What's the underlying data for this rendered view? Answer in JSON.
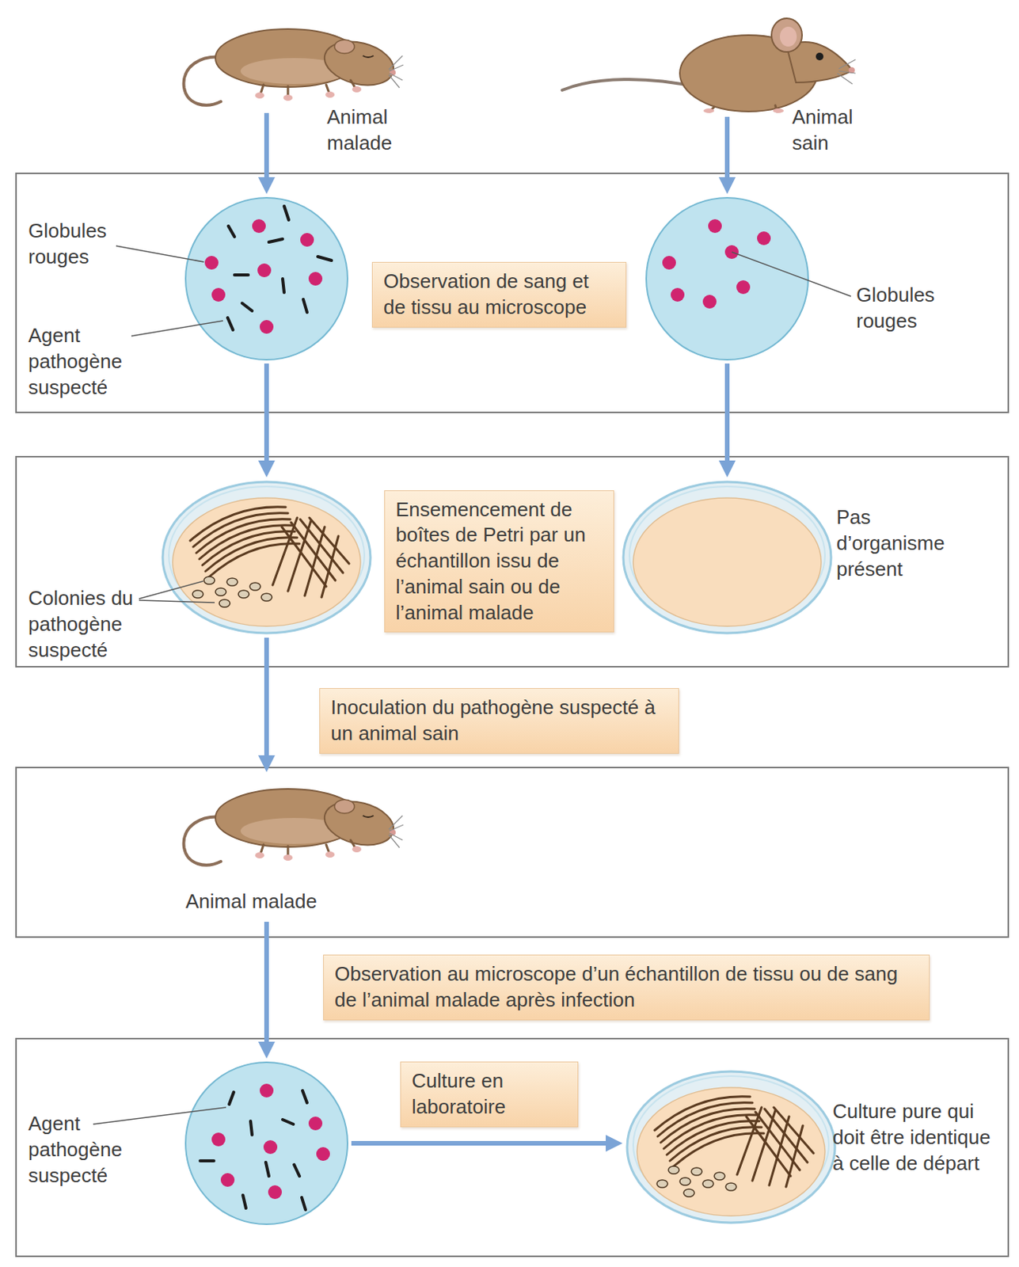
{
  "diagram": {
    "nodes": [
      {
        "text": [
          "Animal malade"
        ]
      },
      {
        "text": [
          "Animal sain"
        ]
      },
      {
        "text": [
          "Globules rouges",
          "Agent pathogène suspecté"
        ]
      },
      {
        "text": [
          "Observation de sang et de tissu au microscope"
        ]
      },
      {
        "text": [
          "Globules rouges"
        ]
      },
      {
        "text": [
          "Colonies du pathogène suspecté"
        ]
      },
      {
        "text": [
          "Ensemencement de boîtes de Petri par un échantillon issu de l’animal sain ou de l’animal malade"
        ]
      },
      {
        "text": [
          "Pas d’organisme présent"
        ]
      },
      {
        "text": [
          "Inoculation du pathogène suspecté à un animal sain"
        ]
      },
      {
        "text": [
          "Animal malade"
        ]
      },
      {
        "text": [
          "Observation au microscope d’un échantillon de tissu ou de sang de l’animal malade après infection"
        ]
      },
      {
        "text": [
          "Agent pathogène suspecté"
        ]
      },
      {
        "text": [
          "Culture en laboratoire"
        ]
      },
      {
        "text": [
          "Culture pure qui doit être identique à celle de départ"
        ]
      }
    ],
    "edges": [
      {
        "from": 0,
        "to": 2,
        "arrow": "to"
      },
      {
        "from": 1,
        "to": 4,
        "arrow": "to"
      },
      {
        "from": 2,
        "to": 5,
        "arrow": "to"
      },
      {
        "from": 4,
        "to": 7,
        "arrow": "to"
      },
      {
        "from": 5,
        "to": 9,
        "arrow": "to"
      },
      {
        "from": 9,
        "to": 11,
        "arrow": "to"
      },
      {
        "from": 11,
        "to": 13,
        "arrow": "to"
      }
    ]
  }
}
